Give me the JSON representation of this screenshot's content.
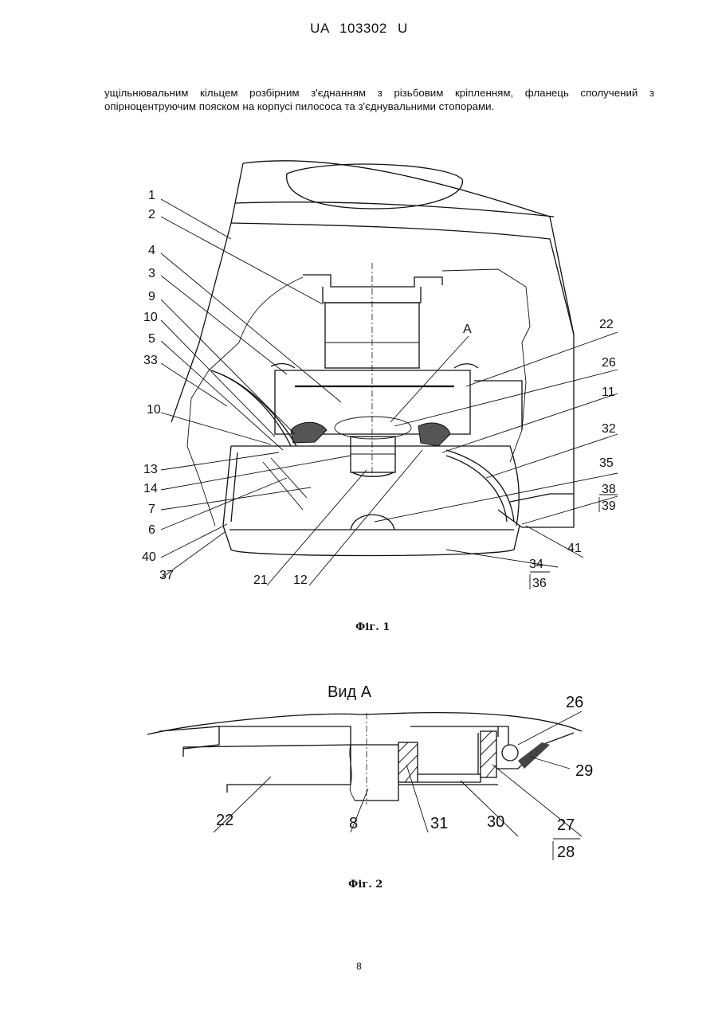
{
  "header": {
    "doc_id": "UA   103302   U"
  },
  "body": {
    "text": "ущільнювальним кільцем розбірним з'єднанням з різьбовим кріпленням, фланець сполучений з опірноцентруючим пояском на корпусі пилососа та з'єднувальними стопорами."
  },
  "figure1": {
    "caption": "Фіг. 1",
    "labels": [
      "1",
      "2",
      "4",
      "3",
      "9",
      "10",
      "5",
      "33",
      "10",
      "13",
      "14",
      "7",
      "6",
      "40",
      "37",
      "21",
      "12",
      "A",
      "22",
      "26",
      "11",
      "32",
      "35",
      "38",
      "39",
      "41",
      "34",
      "36"
    ]
  },
  "figure2": {
    "caption": "Фіг. 2",
    "title": "Вид А",
    "labels": [
      "26",
      "29",
      "22",
      "8",
      "31",
      "30",
      "27",
      "28"
    ]
  },
  "footer": {
    "page_number": "8"
  }
}
